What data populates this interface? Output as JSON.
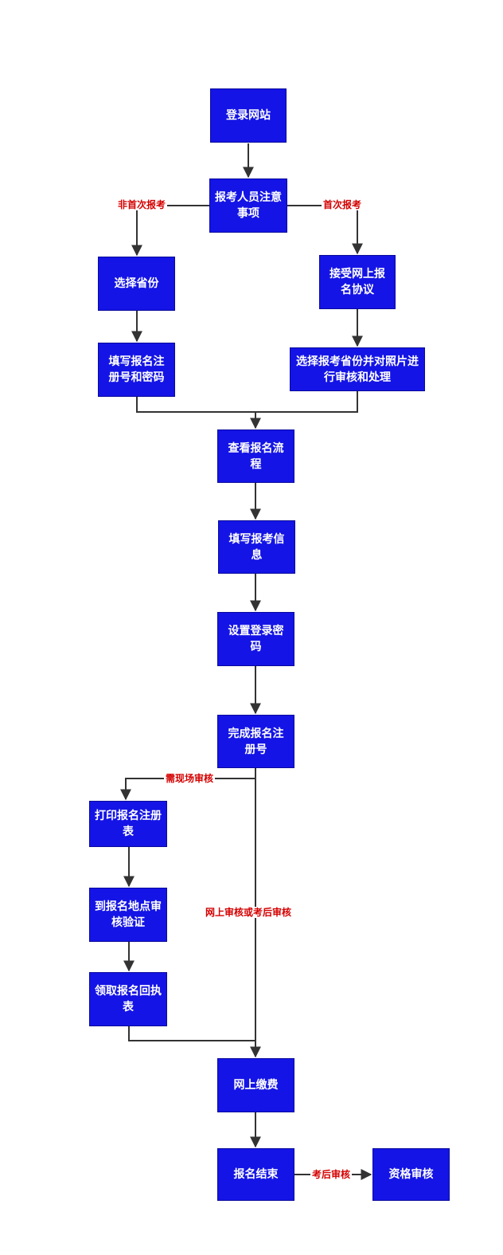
{
  "nodes": {
    "login_site": "登录网站",
    "notice": "报考人员注意事项",
    "select_province": "选择省份",
    "fill_reg_password": "填写报名注册号和密码",
    "accept_agreement": "接受网上报名协议",
    "select_province_photo": "选择报考省份并对照片进行审核和处理",
    "view_process": "查看报名流程",
    "fill_info": "填写报考信息",
    "set_password": "设置登录密码",
    "complete_reg": "完成报名注册号",
    "print_form": "打印报名注册表",
    "onsite_verify": "到报名地点审核验证",
    "get_receipt": "领取报名回执表",
    "pay_online": "网上缴费",
    "reg_end": "报名结束",
    "qual_review": "资格审核"
  },
  "edge_labels": {
    "not_first": "非首次报考",
    "first": "首次报考",
    "onsite_needed": "需现场审核",
    "online_or_after": "网上审核或考后审核",
    "after_exam": "考后审核"
  },
  "colors": {
    "node_fill": "#1414e6",
    "node_text": "#ffffff",
    "edge": "#333333",
    "label_text": "#d40000"
  }
}
